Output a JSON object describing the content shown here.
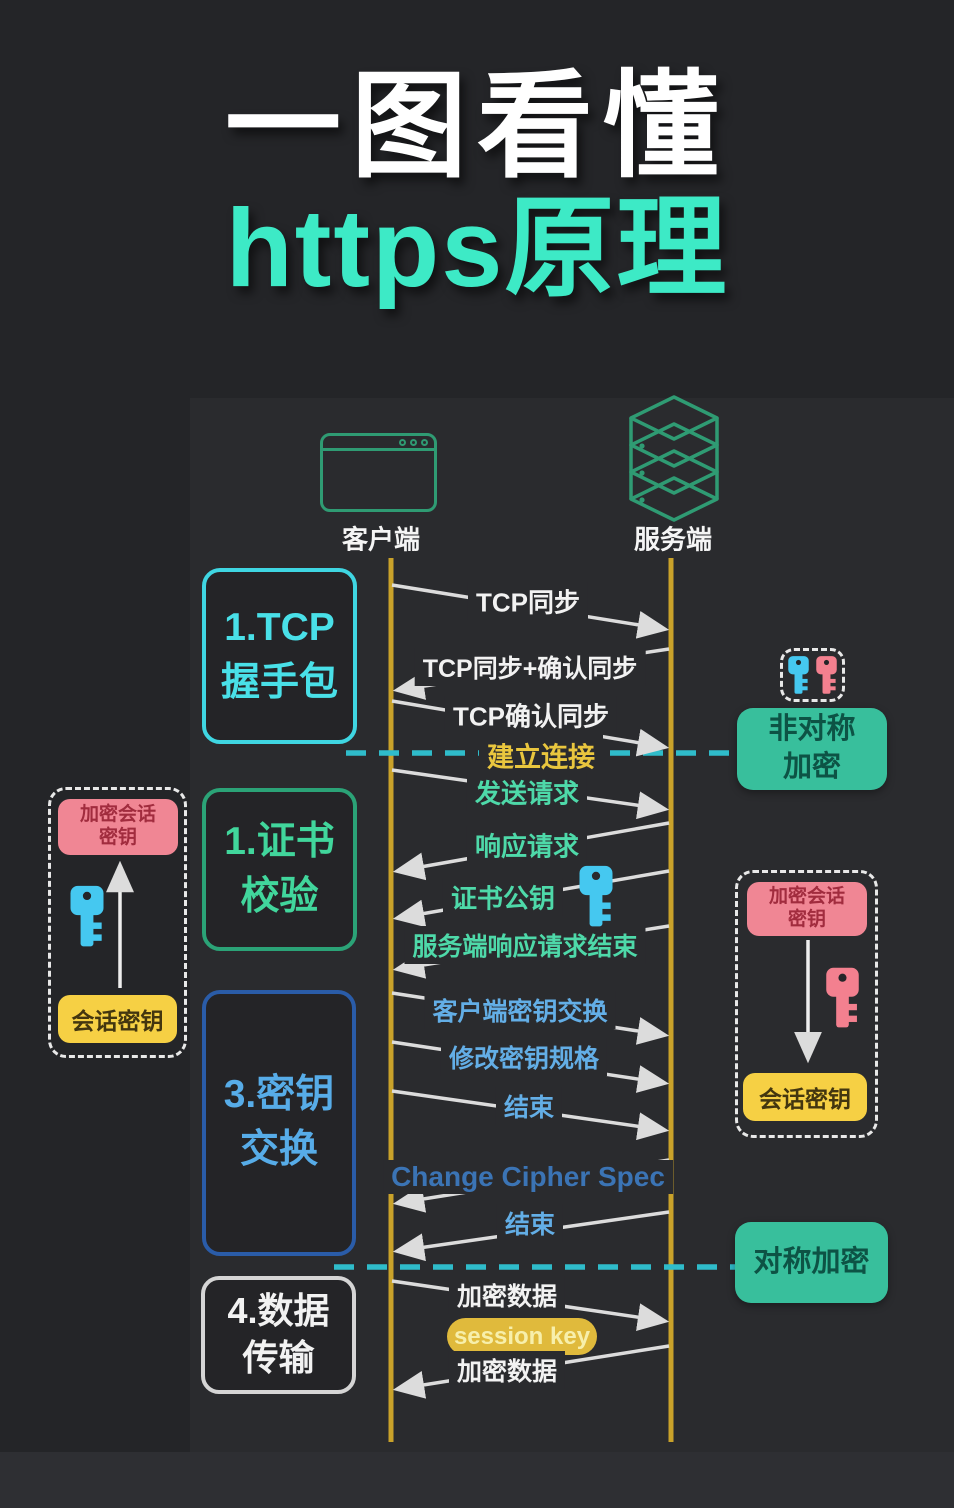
{
  "title": {
    "line1": "一图看懂",
    "line2": "https原理"
  },
  "actors": {
    "client": "客户端",
    "server": "服务端"
  },
  "phases": [
    {
      "line1": "1.TCP",
      "line2": "握手包"
    },
    {
      "line1": "1.证书",
      "line2": "校验"
    },
    {
      "line1": "3.密钥",
      "line2": "交换"
    },
    {
      "line1": "4.数据",
      "line2": "传输"
    }
  ],
  "messages": {
    "tcp_syn": "TCP同步",
    "tcp_syn_ack": "TCP同步+确认同步",
    "tcp_ack": "TCP确认同步",
    "establish": "建立连接",
    "send_request": "发送请求",
    "respond_request": "响应请求",
    "cert_public_key": "证书公钥",
    "server_response_end": "服务端响应请求结束",
    "client_key_exchange": "客户端密钥交换",
    "change_key_spec": "修改密钥规格",
    "finish_1": "结束",
    "change_cipher_spec": "Change Cipher Spec",
    "finish_2": "结束",
    "encrypted_data_1": "加密数据",
    "session_key": "session key",
    "encrypted_data_2": "加密数据"
  },
  "annotations": {
    "asymmetric": {
      "line1": "非对称",
      "line2": "加密"
    },
    "symmetric": "对称加密",
    "left_group": {
      "encrypted_session_key_line1": "加密会话",
      "encrypted_session_key_line2": "密钥",
      "session_key": "会话密钥"
    },
    "right_group": {
      "encrypted_session_key_line1": "加密会话",
      "encrypted_session_key_line2": "密钥",
      "session_key": "会话密钥"
    }
  },
  "colors": {
    "background": "#242528",
    "panel": "#2a2b2e",
    "title_accent": "#3deac6",
    "lifeline": "#c9a22a",
    "dashed_separator": "#2fbcca",
    "arrow": "#dcdcdc",
    "green_label": "#4ed9a9",
    "blue_label": "#63aee6",
    "deep_blue_label": "#3b74b5",
    "yellow_label": "#e9c63e",
    "asymmetric_box": "#38bf9c",
    "pink_box": "#f08694",
    "yellow_box": "#f6d044",
    "session_pill": "#e0ba3c",
    "blue_key": "#45c8f0",
    "pink_key": "#f3808f",
    "icon_outline": "#2f9b73"
  }
}
